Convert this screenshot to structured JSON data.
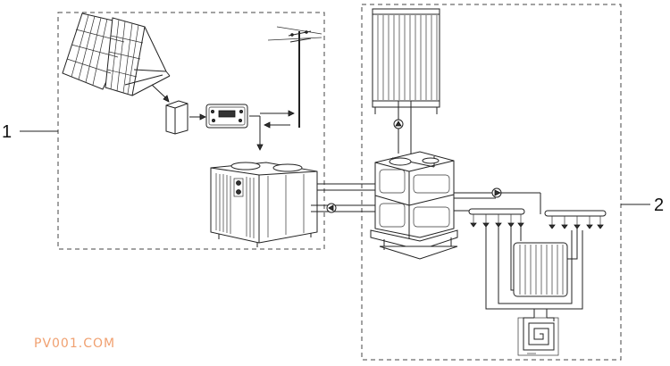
{
  "labels": {
    "system_one": "1",
    "system_two": "2"
  },
  "watermark": "PV001.COM",
  "colors": {
    "watermark": "#f0a070",
    "lines": "#222222"
  }
}
